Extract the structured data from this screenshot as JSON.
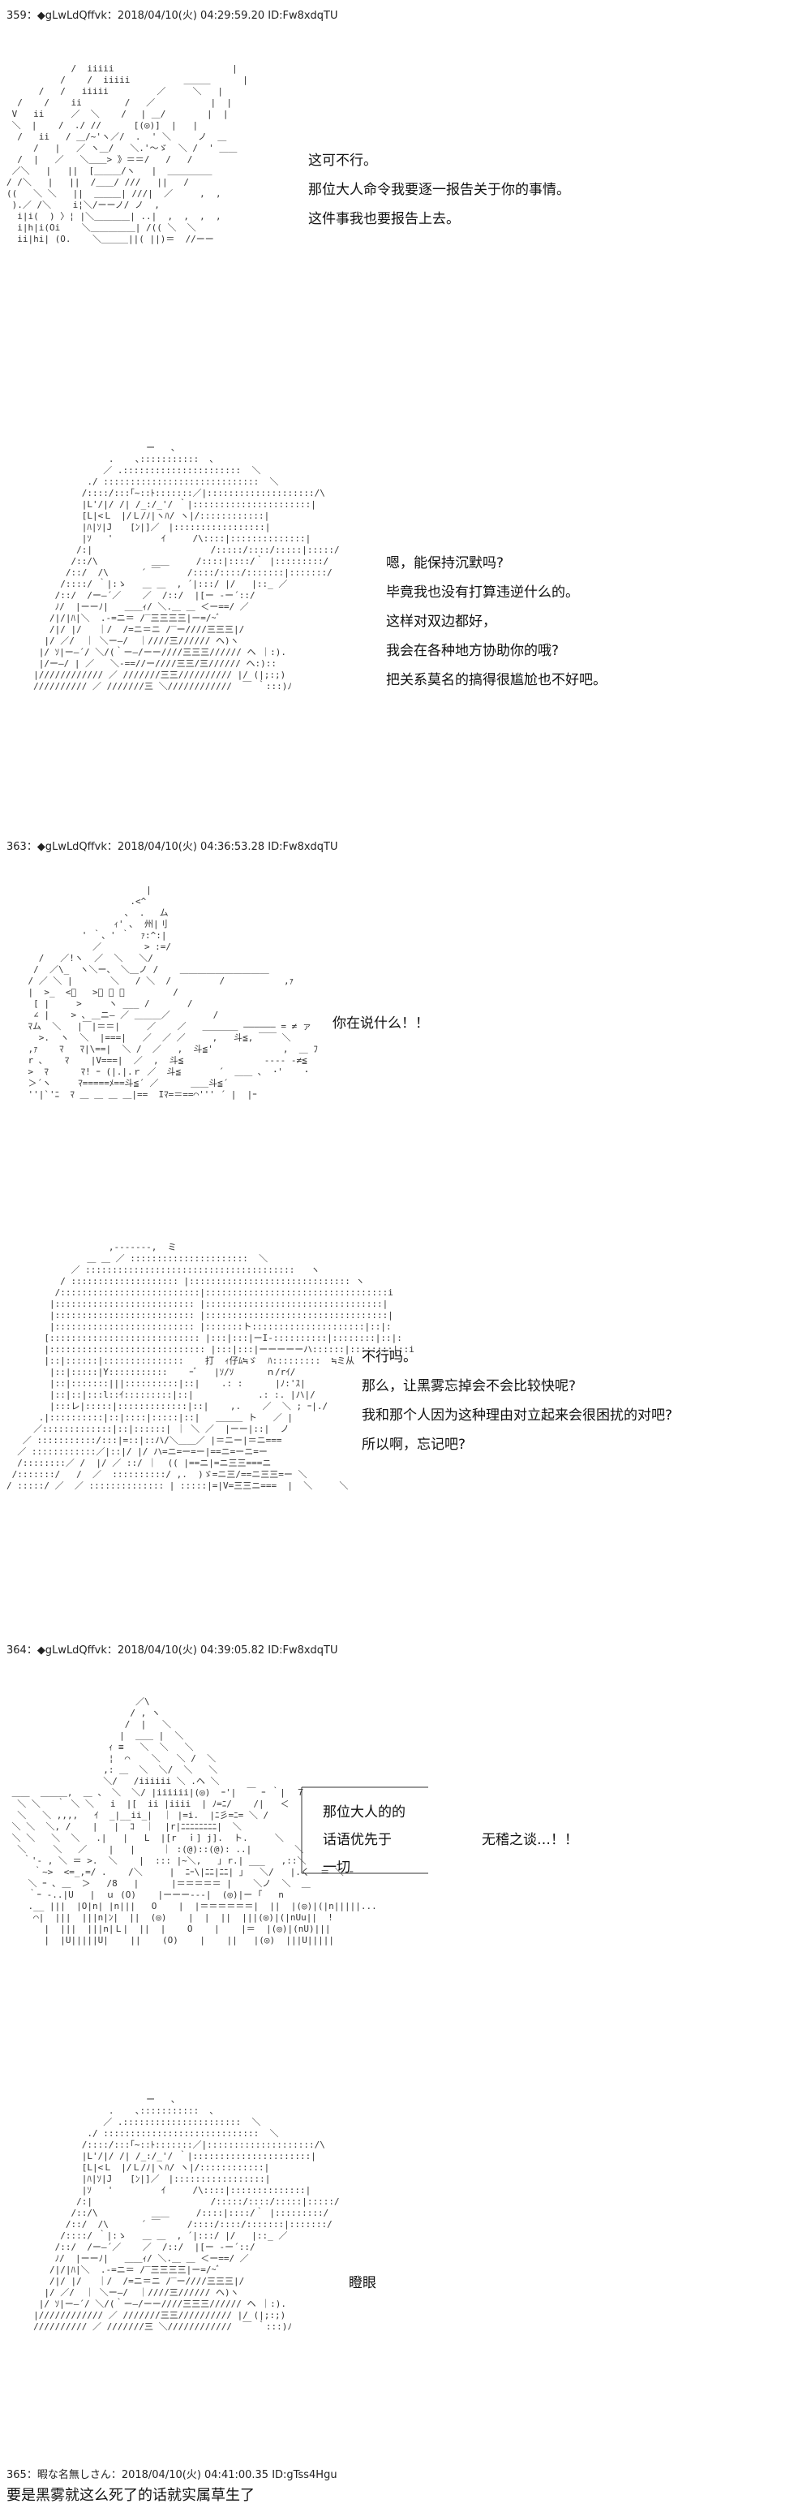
{
  "posts": [
    {
      "header": "359：◆gLwLdQffvk：2018/04/10(火) 04:29:59.20 ID:Fw8xdqTU",
      "panels": [
        {
          "lines": [
            "这可不行。",
            "那位大人命令我要逐一报告关于你的事情。",
            "这件事我也要报告上去。"
          ]
        },
        {
          "lines": [
            "嗯，能保持沉默吗?",
            "毕竟我也没有打算违逆什么的。",
            "这样对双边都好，",
            "我会在各种地方协助你的哦?",
            "把关系莫名的搞得很尴尬也不好吧。"
          ]
        }
      ]
    },
    {
      "header": "363：◆gLwLdQffvk：2018/04/10(火) 04:36:53.28 ID:Fw8xdqTU",
      "panels": [
        {
          "lines": [
            "你在说什么！！"
          ]
        },
        {
          "lines": [
            "不行吗。",
            "那么，让黑雾忘掉会不会比较快呢?",
            "我和那个人因为这种理由对立起来会很困扰的对吧?",
            "所以啊，忘记吧?"
          ]
        }
      ]
    },
    {
      "header": "364：◆gLwLdQffvk：2018/04/10(火) 04:39:05.82 ID:Fw8xdqTU",
      "panels": [
        {
          "lines": [
            "那位大人的的",
            "话语优先于",
            "一切"
          ],
          "aside": "无稽之谈…！！"
        },
        {
          "lines": [
            "瞪眼"
          ]
        }
      ]
    }
  ],
  "reply": {
    "header": "365：暇な名無しさん：2018/04/10(火) 04:41:00.35 ID:gTss4Hgu",
    "text": "要是黑雾就这么死了的话就实属草生了"
  }
}
